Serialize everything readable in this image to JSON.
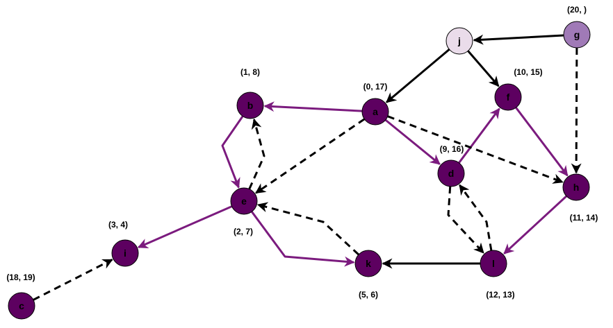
{
  "colors": {
    "visited_fill": "#5d0060",
    "node_stroke": "#000000",
    "light_fill": "#eadcea",
    "medium_fill": "#a07ab7",
    "tree_edge": "#7b1b7e",
    "other_edge": "#000000",
    "label_on_dark": "#000000",
    "label_on_light": "#000000"
  },
  "nodes": [
    {
      "id": "a",
      "label": "a",
      "time": "(0, 17)",
      "style": "dark"
    },
    {
      "id": "b",
      "label": "b",
      "time": "(1, 8)",
      "style": "dark"
    },
    {
      "id": "c",
      "label": "c",
      "time": "(18, 19)",
      "style": "dark"
    },
    {
      "id": "d",
      "label": "d",
      "time": "(9, 16)",
      "style": "dark"
    },
    {
      "id": "e",
      "label": "e",
      "time": "(2, 7)",
      "style": "dark"
    },
    {
      "id": "f",
      "label": "f",
      "time": "(10, 15)",
      "style": "dark"
    },
    {
      "id": "g",
      "label": "g",
      "time": "(20, )",
      "style": "medium"
    },
    {
      "id": "h",
      "label": "h",
      "time": "(11, 14)",
      "style": "dark"
    },
    {
      "id": "i",
      "label": "i",
      "time": "(3, 4)",
      "style": "dark"
    },
    {
      "id": "j",
      "label": "j",
      "time": "",
      "style": "light"
    },
    {
      "id": "k",
      "label": "k",
      "time": "(5, 6)",
      "style": "dark"
    },
    {
      "id": "l",
      "label": "l",
      "time": "(12, 13)",
      "style": "dark"
    }
  ],
  "edges": [
    {
      "from": "a",
      "to": "b",
      "type": "tree"
    },
    {
      "from": "b",
      "to": "e",
      "type": "tree"
    },
    {
      "from": "e",
      "to": "i",
      "type": "tree"
    },
    {
      "from": "e",
      "to": "k",
      "type": "tree"
    },
    {
      "from": "a",
      "to": "d",
      "type": "tree"
    },
    {
      "from": "d",
      "to": "f",
      "type": "tree"
    },
    {
      "from": "f",
      "to": "h",
      "type": "tree"
    },
    {
      "from": "h",
      "to": "l",
      "type": "tree"
    },
    {
      "from": "e",
      "to": "b",
      "type": "dashed"
    },
    {
      "from": "a",
      "to": "e",
      "type": "dashed"
    },
    {
      "from": "k",
      "to": "e",
      "type": "dashed"
    },
    {
      "from": "a",
      "to": "h",
      "type": "dashed"
    },
    {
      "from": "d",
      "to": "l",
      "type": "dashed"
    },
    {
      "from": "l",
      "to": "d",
      "type": "dashed"
    },
    {
      "from": "g",
      "to": "h",
      "type": "dashed"
    },
    {
      "from": "c",
      "to": "i",
      "type": "dashed"
    },
    {
      "from": "l",
      "to": "k",
      "type": "solid"
    },
    {
      "from": "g",
      "to": "j",
      "type": "solid"
    },
    {
      "from": "j",
      "to": "a",
      "type": "solid"
    },
    {
      "from": "j",
      "to": "f",
      "type": "solid"
    }
  ]
}
